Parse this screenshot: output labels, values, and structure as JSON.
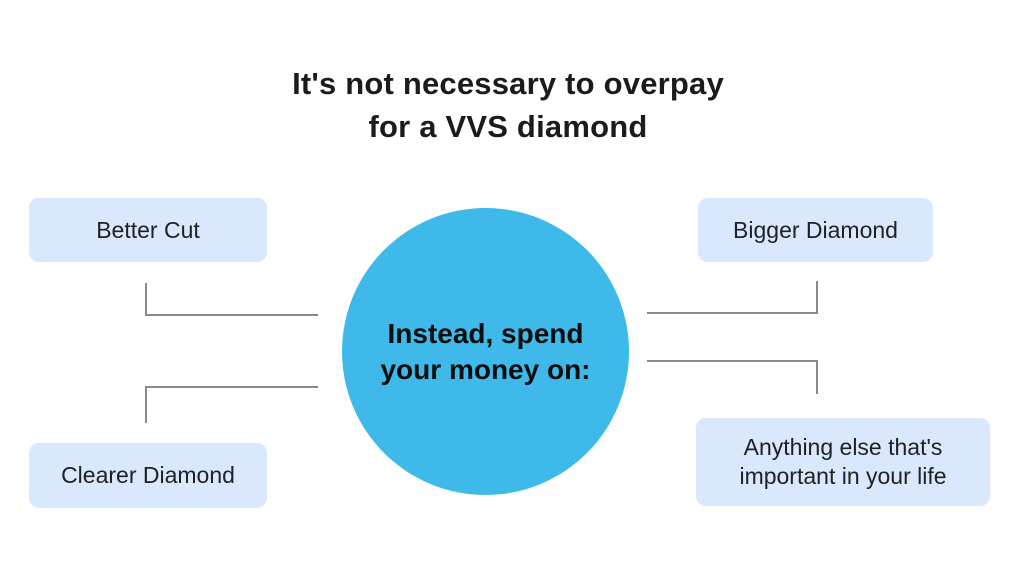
{
  "title": {
    "line1": "It's not necessary to overpay",
    "line2": "for a VVS diamond"
  },
  "center_circle": {
    "line1": "Instead, spend",
    "line2": "your money on:"
  },
  "labels": {
    "better_cut": {
      "text": "Better Cut"
    },
    "bigger_diamond": {
      "text": "Bigger Diamond"
    },
    "clearer_diamond": {
      "text": "Clearer Diamond"
    },
    "anything_else": {
      "line1": "Anything else that's",
      "line2": "important in your life"
    }
  },
  "colors": {
    "circle_fill": "#3eb9e9",
    "label_fill": "#d9e8fc",
    "connector": "#8a8a8a",
    "text": "#1b1b1b"
  }
}
